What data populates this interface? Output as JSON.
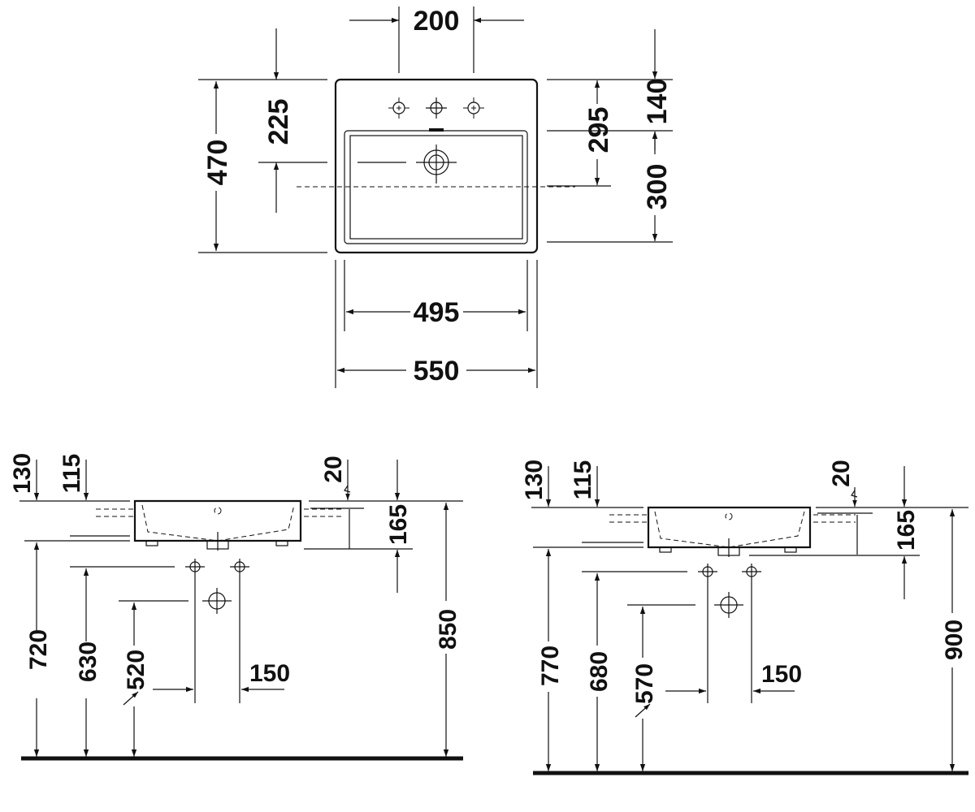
{
  "dimensions": {
    "plan": {
      "tap_spacing": "200",
      "depth_total": "470",
      "tap_to_drain": "225",
      "tap_to_front_edge": "140",
      "tap_to_bowl_center": "295",
      "bowl_to_front": "300",
      "bowl_width": "495",
      "overall_width": "550"
    },
    "elevation_left": {
      "top_130": "130",
      "top_115": "115",
      "rim_20": "20",
      "depth_165": "165",
      "h_720": "720",
      "h_630": "630",
      "h_520": "520",
      "spacing_150": "150",
      "h_850": "850"
    },
    "elevation_right": {
      "top_130": "130",
      "top_115": "115",
      "rim_20": "20",
      "depth_165": "165",
      "h_770": "770",
      "h_680": "680",
      "h_570": "570",
      "spacing_150": "150",
      "h_900": "900"
    }
  }
}
